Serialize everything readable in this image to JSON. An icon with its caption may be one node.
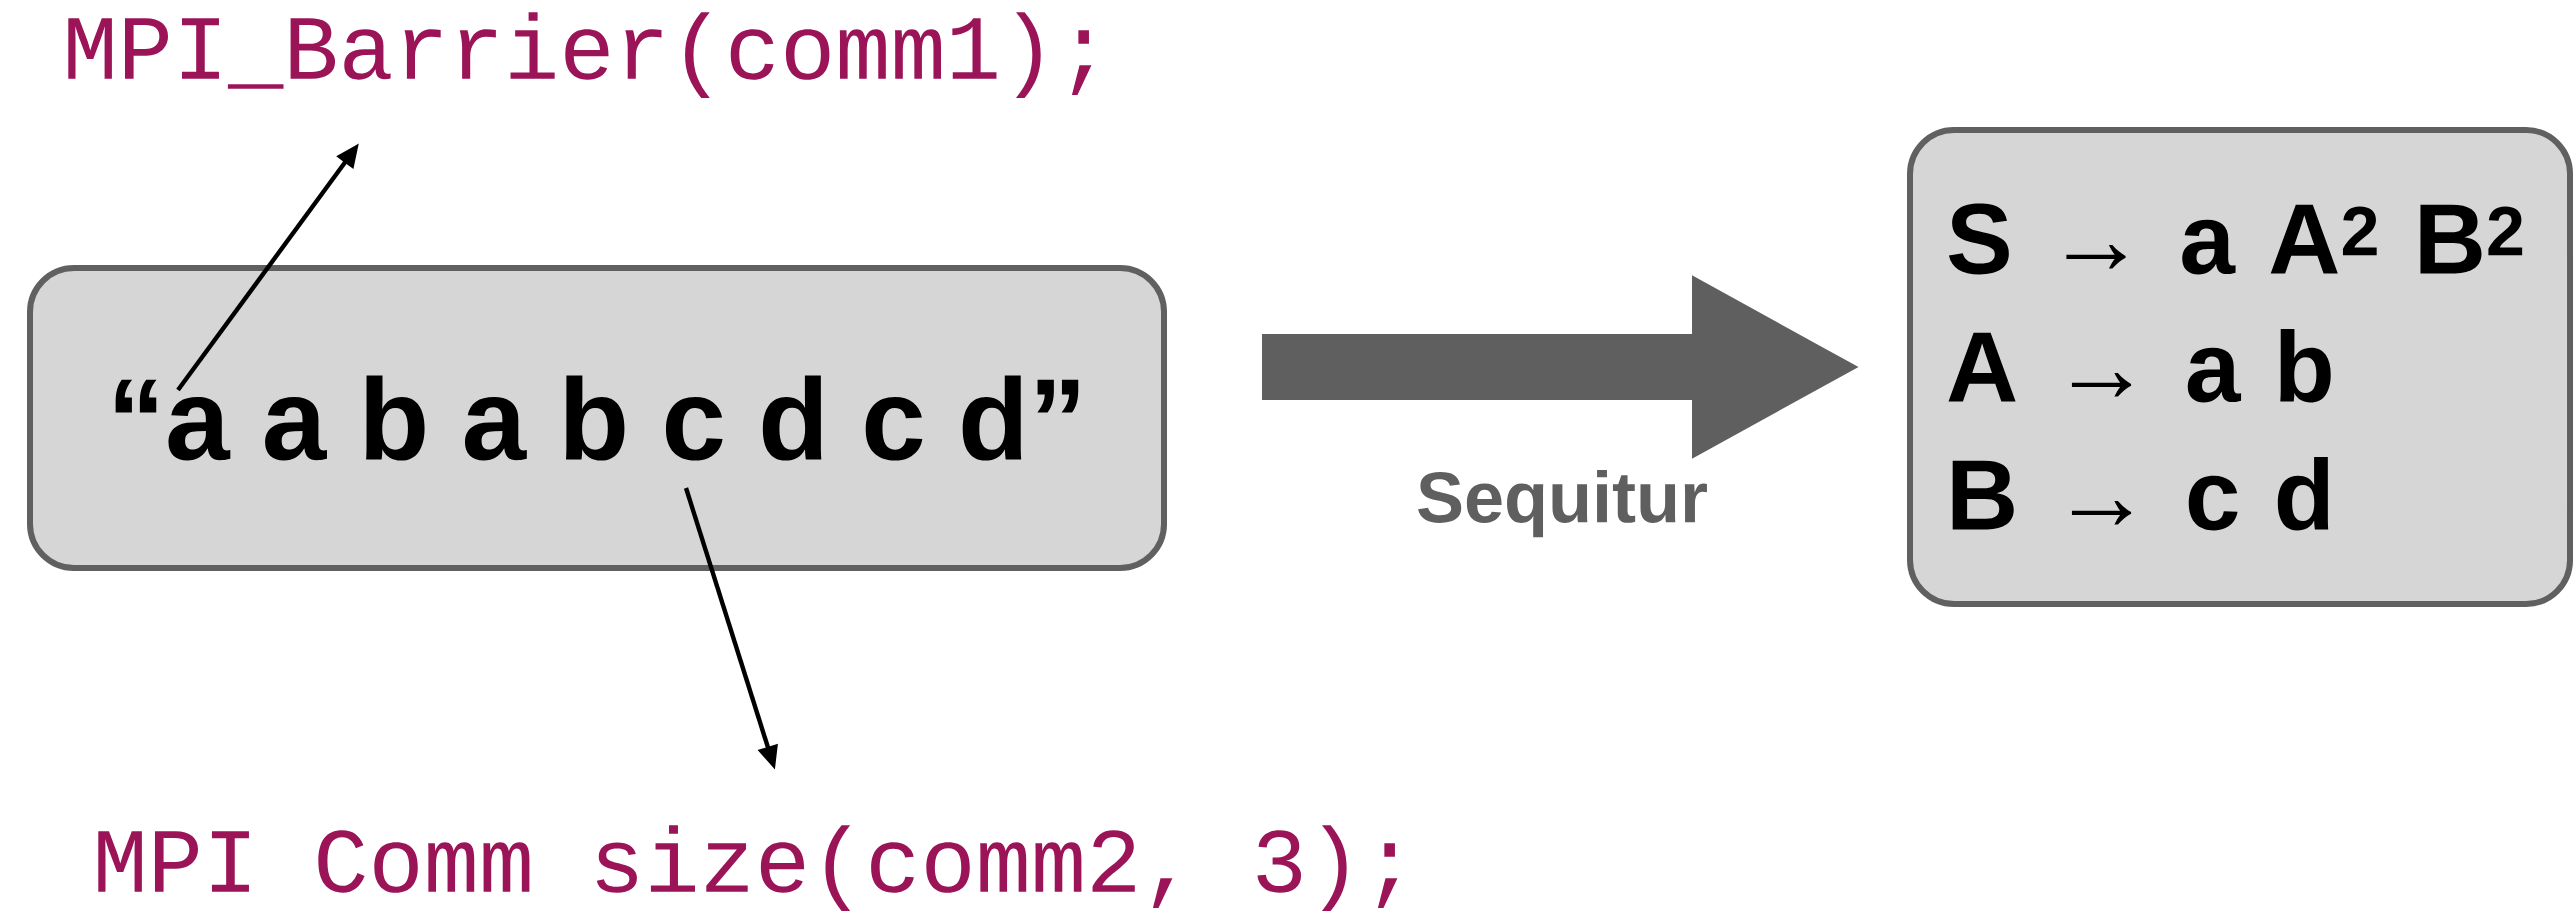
{
  "diagram": {
    "nodes": [
      {
        "text": [
          "“a a b a b c d c d”"
        ]
      },
      {
        "text": [
          "MPI_Barrier(comm1);"
        ]
      },
      {
        "text": [
          "MPI Comm size(comm2, 3);"
        ]
      },
      {
        "text": [
          "S → a A$^{2}$ B$^{2}$",
          "A → a b",
          "B → c d"
        ]
      }
    ],
    "edges": [
      {
        "from": 0,
        "to": 1,
        "arrow": "to"
      },
      {
        "from": 0,
        "to": 2,
        "arrow": "to"
      },
      {
        "from": 0,
        "to": 3,
        "arrow": "to",
        "label": "Sequitur",
        "style": "thick",
        "color": "#5f5f5f"
      }
    ]
  }
}
